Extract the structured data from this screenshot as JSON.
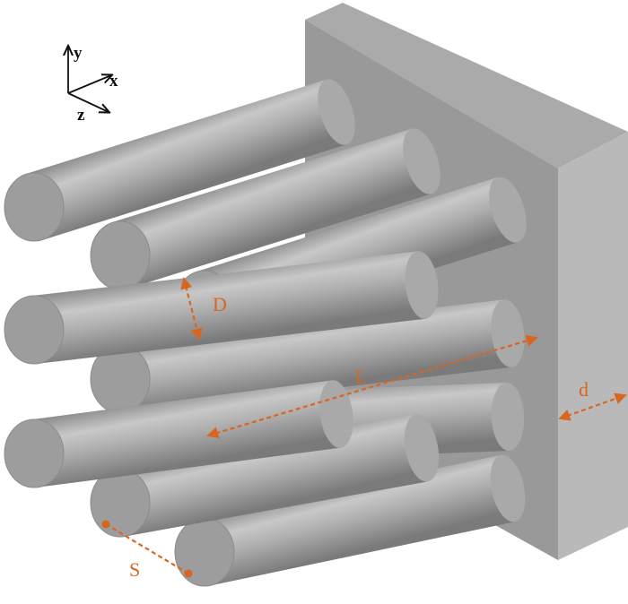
{
  "axes": {
    "y": "y",
    "x": "x",
    "z": "z"
  },
  "labels": {
    "D": "D",
    "L": "L",
    "d": "d",
    "S": "S"
  },
  "colors": {
    "annotation": "#d9661f",
    "plate_front": "#9a9a9a",
    "plate_side": "#b7b7b7",
    "plate_top": "#a9a9a9",
    "rod_dark": "#7e7e7e",
    "rod_mid": "#a4a4a4",
    "rod_light": "#c6c6c6",
    "rod_end": "#9c9c9c"
  },
  "rods": [
    {
      "name": "rod-row1-col1"
    },
    {
      "name": "rod-row1-col2"
    },
    {
      "name": "rod-row1-col3"
    },
    {
      "name": "rod-row2-col1"
    },
    {
      "name": "rod-row2-col2"
    },
    {
      "name": "rod-row2-col3"
    },
    {
      "name": "rod-row3-col1"
    },
    {
      "name": "rod-row3-col2"
    },
    {
      "name": "rod-row3-col3"
    }
  ]
}
